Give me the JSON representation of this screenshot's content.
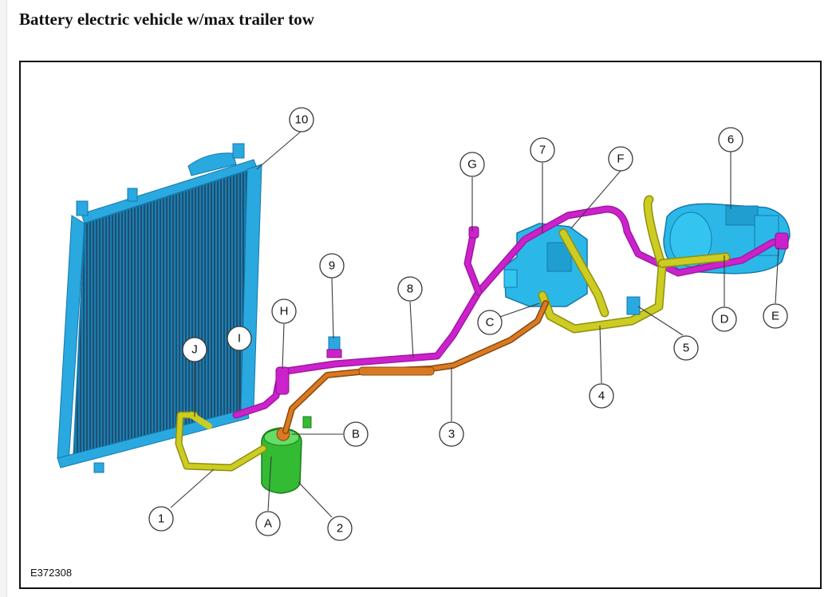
{
  "page": {
    "title": "Battery electric vehicle w/max trailer tow"
  },
  "figure": {
    "id": "E372308",
    "callouts": [
      "1",
      "2",
      "3",
      "4",
      "5",
      "6",
      "7",
      "8",
      "9",
      "10",
      "A",
      "B",
      "C",
      "D",
      "E",
      "F",
      "G",
      "H",
      "I",
      "J"
    ]
  },
  "colors": {
    "condenser": "#29a9e0",
    "refrigerant_line_magenta": "#cc22cc",
    "refrigerant_line_yellow": "#cccc22",
    "refrigerant_line_orange": "#d97a22",
    "receiver_drier": "#33bb33",
    "component_blue": "#2bb8e8"
  }
}
